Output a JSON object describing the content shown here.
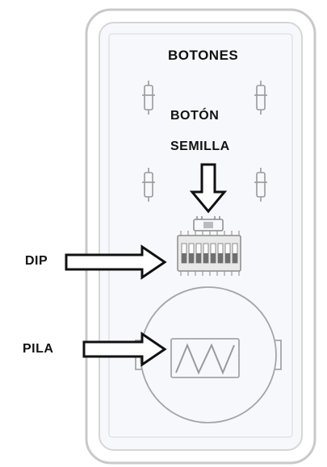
{
  "labels": {
    "botones": "BOTONES",
    "boton": "BOTÓN",
    "semilla": "SEMILLA",
    "dip": "DIP",
    "pila": "PILA"
  },
  "colors": {
    "outline": "#c9c9c9",
    "board_fill": "#f6f8fb",
    "ink": "#111111",
    "component": "#9a9a9a"
  }
}
